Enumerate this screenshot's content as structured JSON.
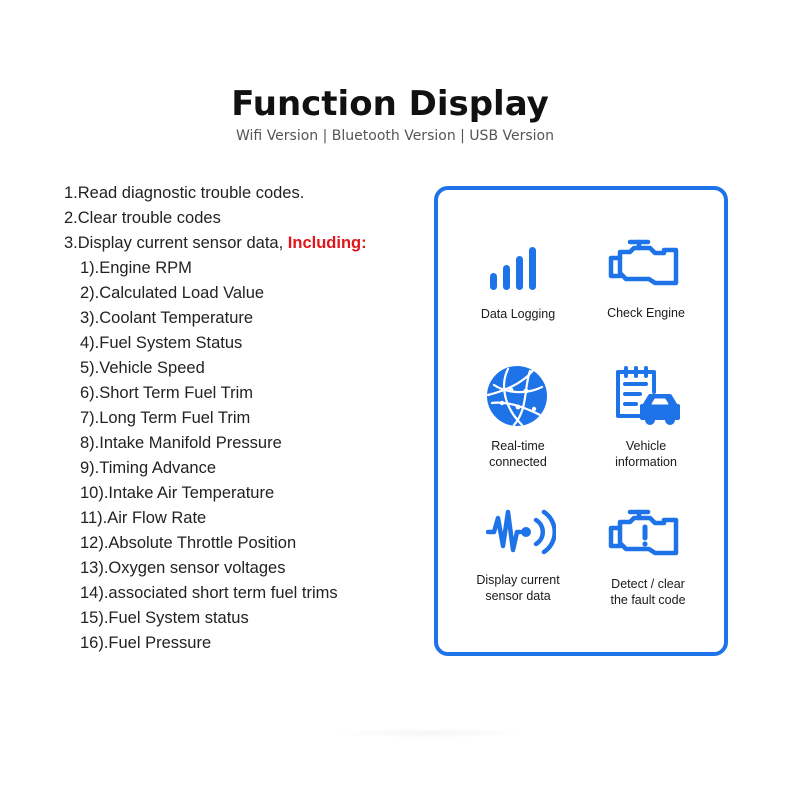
{
  "header": {
    "title": "Function Display",
    "subtitle": "Wifi Version | Bluetooth Version | USB Version"
  },
  "functions": {
    "items": [
      {
        "text": "1.Read diagnostic trouble codes."
      },
      {
        "text": "2.Clear trouble codes"
      },
      {
        "text": "3.Display current sensor data, ",
        "highlight": "Including:"
      }
    ],
    "sensor_items": [
      "1).Engine RPM",
      "2).Calculated Load Value",
      "3).Coolant Temperature",
      "4).Fuel System Status",
      "5).Vehicle Speed",
      "6).Short Term Fuel Trim",
      "7).Long Term Fuel Trim",
      "8).Intake Manifold Pressure",
      "9).Timing Advance",
      "10).Intake Air Temperature",
      "11).Air Flow Rate",
      "12).Absolute Throttle Position",
      "13).Oxygen sensor voltages",
      "14).associated short term fuel trims",
      "15).Fuel System status",
      "16).Fuel Pressure"
    ]
  },
  "panel": {
    "accent_color": "#1f73e8",
    "features": [
      {
        "icon": "signal-bars-icon",
        "label_lines": [
          "Data Logging"
        ]
      },
      {
        "icon": "check-engine-icon",
        "label_lines": [
          "Check Engine"
        ]
      },
      {
        "icon": "globe-icon",
        "label_lines": [
          "Real-time",
          "connected"
        ]
      },
      {
        "icon": "vehicle-info-icon",
        "label_lines": [
          "Vehicle",
          "information"
        ]
      },
      {
        "icon": "sensor-wave-icon",
        "label_lines": [
          "Display current",
          "sensor data"
        ]
      },
      {
        "icon": "engine-fault-icon",
        "label_lines": [
          "Detect / clear",
          "the fault code"
        ]
      }
    ]
  }
}
